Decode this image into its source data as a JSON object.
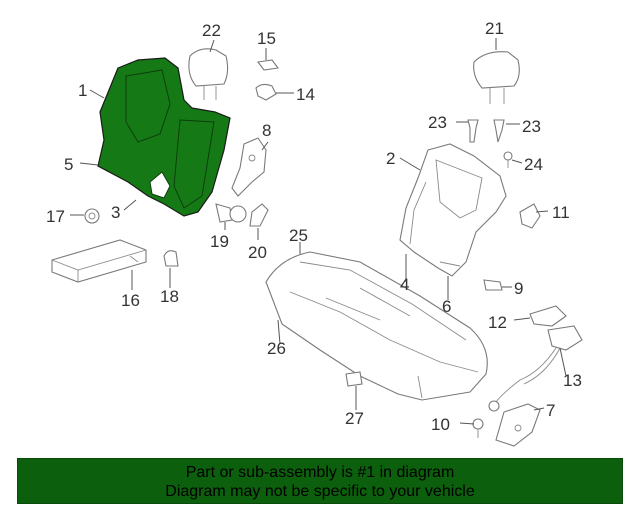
{
  "diagram": {
    "highlight_color": "#157a15",
    "callouts": {
      "c1": "1",
      "c2": "2",
      "c3": "3",
      "c4": "4",
      "c5": "5",
      "c6": "6",
      "c7": "7",
      "c8": "8",
      "c9": "9",
      "c10": "10",
      "c11": "11",
      "c12": "12",
      "c13": "13",
      "c14": "14",
      "c15": "15",
      "c16": "16",
      "c17": "17",
      "c18": "18",
      "c19": "19",
      "c20": "20",
      "c21": "21",
      "c22": "22",
      "c23a": "23",
      "c23b": "23",
      "c24": "24",
      "c25": "25",
      "c26": "26",
      "c27": "27"
    }
  },
  "banner": {
    "line1": "Part or sub-assembly is #1 in diagram",
    "line2": "Diagram may not be specific to your vehicle",
    "background": "#0c5f0c"
  }
}
